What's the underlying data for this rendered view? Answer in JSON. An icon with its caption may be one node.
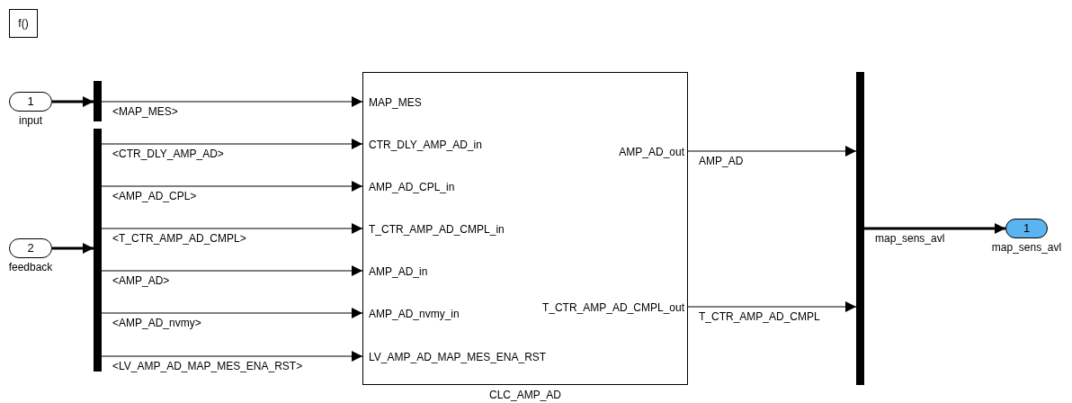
{
  "diagram": {
    "nodes": [
      {
        "text": [
          "f()"
        ]
      },
      {
        "text": [
          "1"
        ],
        "beside": [
          "input"
        ]
      },
      {
        "text": [
          "2"
        ],
        "beside": [
          "feedback"
        ]
      },
      {
        "text": [],
        "shape": "bar"
      },
      {
        "text": [],
        "shape": "bar"
      },
      {
        "text": [
          "MAP_MES",
          "CTR_DLY_AMP_AD_in",
          "AMP_AD_CPL_in",
          "T_CTR_AMP_AD_CMPL_in",
          "AMP_AD_in",
          "AMP_AD_nvmy_in",
          "LV_AMP_AD_MAP_MES_ENA_RST",
          "AMP_AD_out",
          "T_CTR_AMP_AD_CMPL_out"
        ],
        "beside": [
          "CLC_AMP_AD"
        ]
      },
      {
        "text": [],
        "shape": "bar"
      },
      {
        "text": [
          "1"
        ],
        "beside": [
          "map_sens_avl"
        ]
      }
    ],
    "edges": [
      {
        "from": 1,
        "to": 3,
        "arrow": "to",
        "style": "thick"
      },
      {
        "from": 2,
        "to": 4,
        "arrow": "to",
        "style": "thick"
      },
      {
        "from": 3,
        "to": 5,
        "arrow": "to",
        "label": "<MAP_MES>"
      },
      {
        "from": 4,
        "to": 5,
        "arrow": "to",
        "label": "<CTR_DLY_AMP_AD>"
      },
      {
        "from": 4,
        "to": 5,
        "arrow": "to",
        "label": "<AMP_AD_CPL>"
      },
      {
        "from": 4,
        "to": 5,
        "arrow": "to",
        "label": "<T_CTR_AMP_AD_CMPL>"
      },
      {
        "from": 4,
        "to": 5,
        "arrow": "to",
        "label": "<AMP_AD>"
      },
      {
        "from": 4,
        "to": 5,
        "arrow": "to",
        "label": "<AMP_AD_nvmy>"
      },
      {
        "from": 4,
        "to": 5,
        "arrow": "to",
        "label": "<LV_AMP_AD_MAP_MES_ENA_RST>"
      },
      {
        "from": 5,
        "to": 6,
        "arrow": "to",
        "label": "AMP_AD"
      },
      {
        "from": 5,
        "to": 6,
        "arrow": "to",
        "label": "T_CTR_AMP_AD_CMPL"
      },
      {
        "from": 6,
        "to": 7,
        "arrow": "to",
        "style": "thick",
        "label": "map_sens_avl"
      }
    ]
  }
}
